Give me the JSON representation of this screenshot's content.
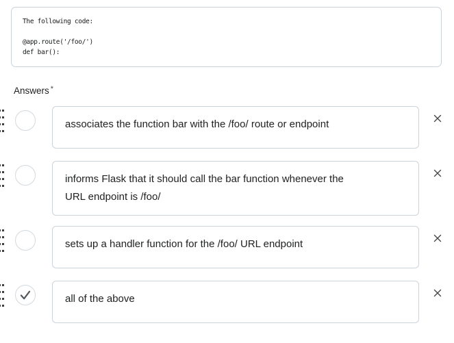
{
  "question": {
    "code_text": "The following code:\n\n@app.route('/foo/')\ndef bar():"
  },
  "answers_section": {
    "label": "Answers",
    "required_marker": "*",
    "options": [
      {
        "text": "associates the function bar with the /foo/ route or endpoint",
        "correct": false
      },
      {
        "text": "informs Flask that it should call the bar function whenever the URL endpoint is /foo/",
        "correct": false
      },
      {
        "text": "sets up a handler function for the /foo/ URL endpoint",
        "correct": false
      },
      {
        "text": "all of the above",
        "correct": true
      }
    ]
  },
  "icons": {
    "drag_handle": "grip-dots",
    "correct_check": "✓",
    "remove": "×"
  },
  "colors": {
    "box_border": "#ccd3db",
    "code_box_border": "#c9d1d9",
    "radio_border": "#d3d9df",
    "text": "#202122",
    "code_text": "#17191b",
    "icon_gray": "#494b4d",
    "check": "#54585b",
    "grip_dots": "#3e4144"
  }
}
